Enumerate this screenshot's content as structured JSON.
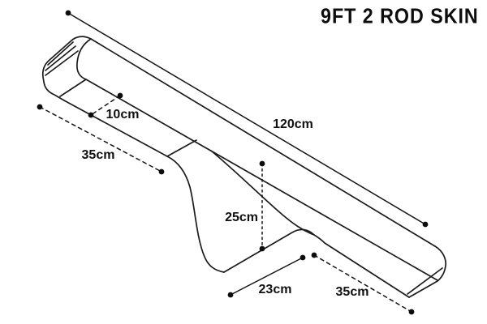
{
  "title": "9FT 2 ROD SKIN",
  "diagram": {
    "subject": "two-rod skin outline drawing",
    "annotations": {
      "total_length": "120cm",
      "case_depth": "10cm",
      "left_section_length": "35cm",
      "drop_depth": "25cm",
      "middle_section_width": "23cm",
      "right_section_length": "35cm"
    }
  },
  "colors": {
    "background": "#ffffff",
    "line": "#1b1b1b",
    "text": "#111111"
  }
}
